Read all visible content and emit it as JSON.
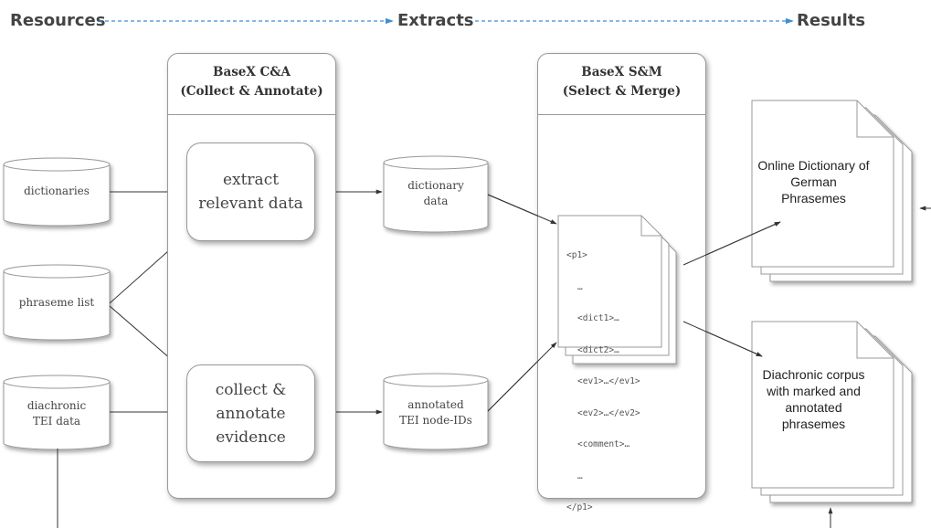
{
  "headers": {
    "resources": "Resources",
    "extracts": "Extracts",
    "results": "Results"
  },
  "panels": {
    "collect": {
      "title": "BaseX C&A",
      "subtitle": "(Collect & Annotate)"
    },
    "select": {
      "title": "BaseX S&M",
      "subtitle": "(Select & Merge)"
    }
  },
  "processes": {
    "extract": [
      "extract",
      "relevant data"
    ],
    "collect": [
      "collect &",
      "annotate",
      "evidence"
    ]
  },
  "resources": {
    "dictionaries": [
      "dictionaries"
    ],
    "phraseme_list": [
      "phraseme list"
    ],
    "tei": [
      "diachronic",
      "TEI data"
    ]
  },
  "extracts": {
    "dictionary_data": [
      "dictionary",
      "data"
    ],
    "annotated_ids": [
      "annotated",
      "TEI node-IDs"
    ]
  },
  "code_lines": [
    "<p1>",
    "…",
    "<dict1>…",
    "<dict2>…",
    "<ev1>…</ev1>",
    "<ev2>…</ev2>",
    "<comment>…",
    "…",
    "</p1>"
  ],
  "results": {
    "dictionary": [
      "Online Dictionary of",
      "German",
      "Phrasemes"
    ],
    "corpus": [
      "Diachronic corpus",
      "with marked and",
      "annotated",
      "phrasemes"
    ]
  },
  "colors": {
    "flow_arrow": "#3a8fd6",
    "line": "#333333",
    "border": "#999999"
  }
}
